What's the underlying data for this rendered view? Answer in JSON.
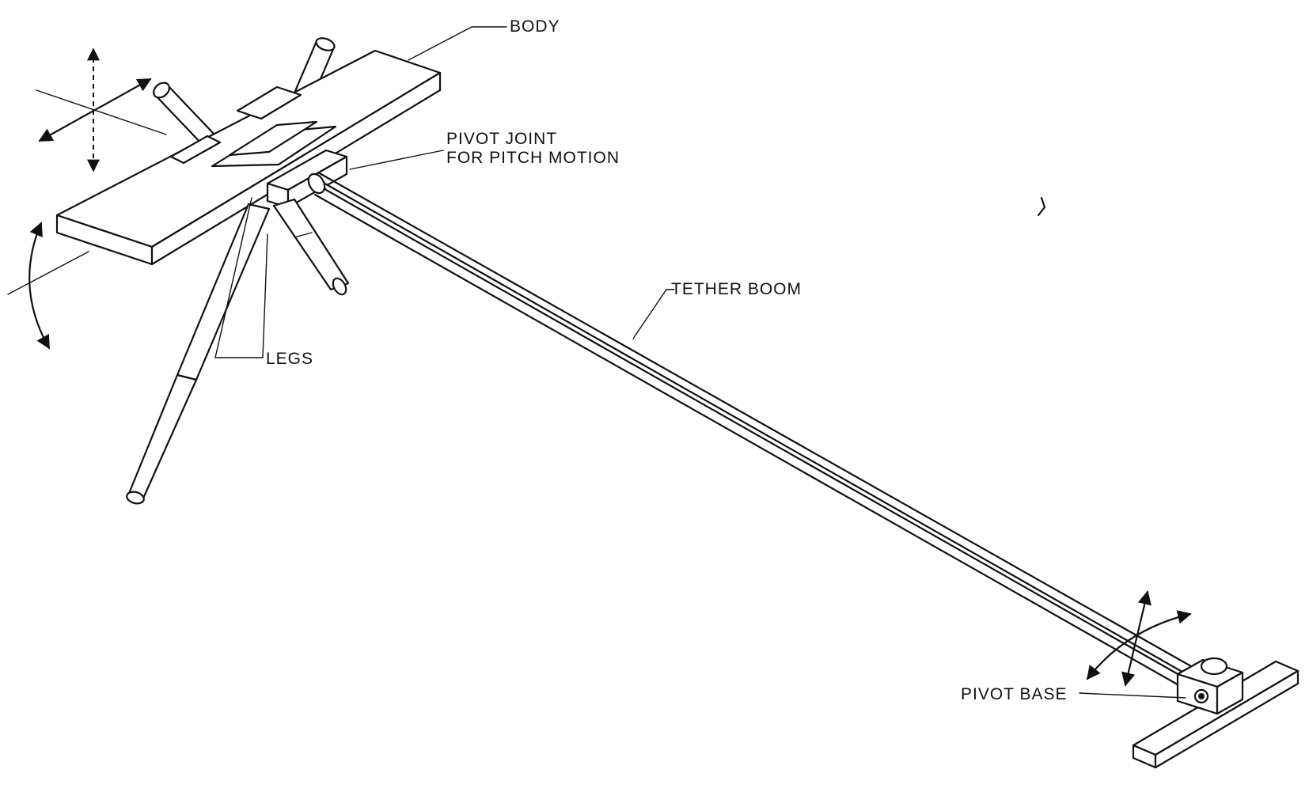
{
  "labels": {
    "body": "BODY",
    "pivot_joint_line1": "PIVOT JOINT",
    "pivot_joint_line2": "FOR PITCH MOTION",
    "tether_boom": "TETHER BOOM",
    "legs": "LEGS",
    "pivot_base": "PIVOT BASE"
  }
}
